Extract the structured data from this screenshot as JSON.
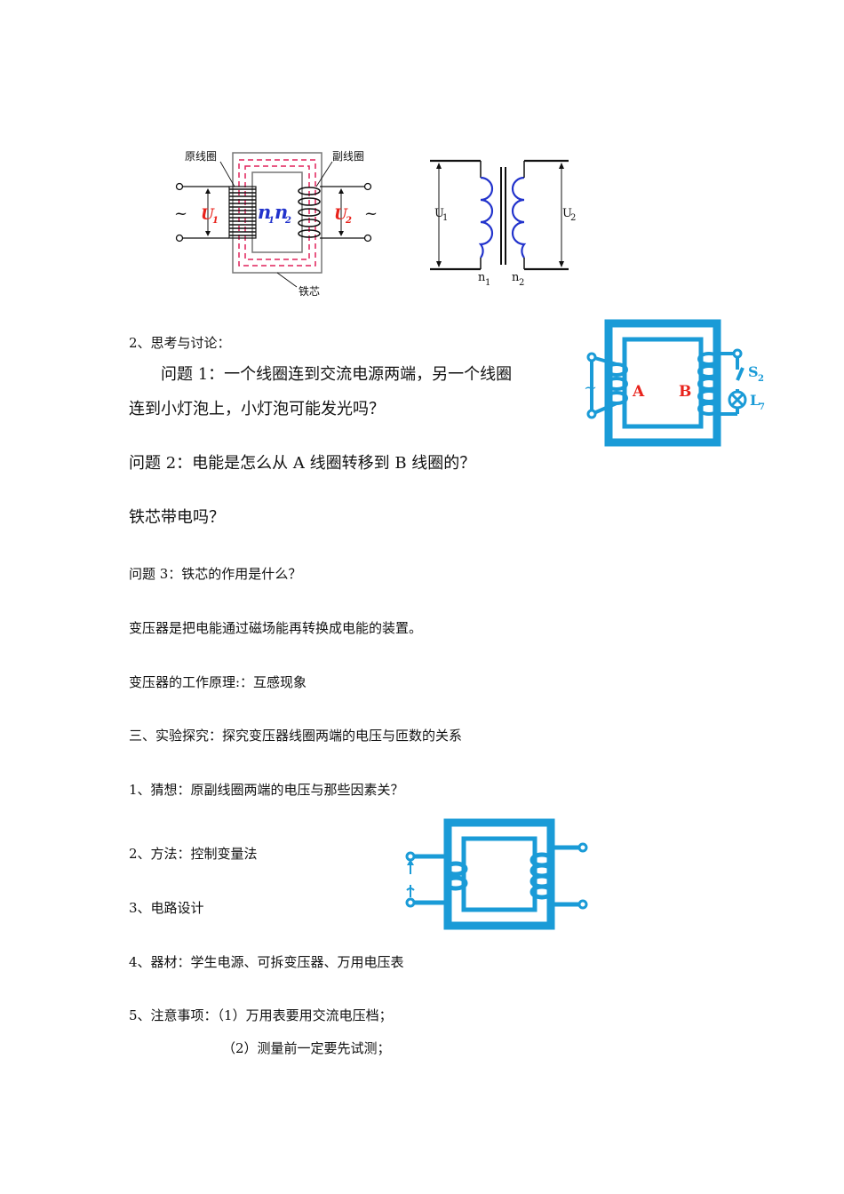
{
  "figure1": {
    "primary_coil_label": "原线圈",
    "secondary_coil_label": "副线圈",
    "core_label": "铁芯",
    "u1": "U",
    "u1_sub": "1",
    "u2": "U",
    "u2_sub": "2",
    "n1": "n",
    "n1_sub": "1",
    "n2": "n",
    "n2_sub": "2",
    "ac_symbol": "~"
  },
  "figure2": {
    "u1": "U",
    "u1_sub": "1",
    "u2": "U",
    "u2_sub": "2",
    "n1": "n",
    "n1_sub": "1",
    "n2": "n",
    "n2_sub": "2"
  },
  "figure3": {
    "coil_a": "A",
    "coil_b": "B",
    "switch_label": "S",
    "switch_sub": "2",
    "lamp_label": "L",
    "lamp_sub": "7",
    "ac_symbol": "~"
  },
  "text": {
    "section2_title": "2、思考与讨论：",
    "q1_line1": "问题 1：一个线圈连到交流电源两端，另一个线圈",
    "q1_line2": "连到小灯泡上，小灯泡可能发光吗？",
    "q2": "问题 2：电能是怎么从 A 线圈转移到 B 线圈的？",
    "q2b": "铁芯带电吗？",
    "q3": "问题 3：铁芯的作用是什么？",
    "def": "变压器是把电能通过磁场能再转换成电能的装置。",
    "principle": "变压器的工作原理:：互感现象",
    "exp_title": "三、实验探究：探究变压器线圈两端的电压与匝数的关系",
    "guess": "1、猜想：原副线圈两端的电压与那些因素关？",
    "method": "2、方法：控制变量法",
    "circuit": "3、电路设计",
    "equipment": "4、器材：学生电源、可拆变压器、万用电压表",
    "note1": "5、注意事项：（1）万用表要用交流电压档；",
    "note2": "（2）测量前一定要先试测；"
  },
  "colors": {
    "blue_diagram": "#1a9bd7",
    "coil_blue": "#2233cc",
    "label_red": "#e8231c",
    "dashed_red": "#e0205a",
    "core_gray": "#777777"
  }
}
